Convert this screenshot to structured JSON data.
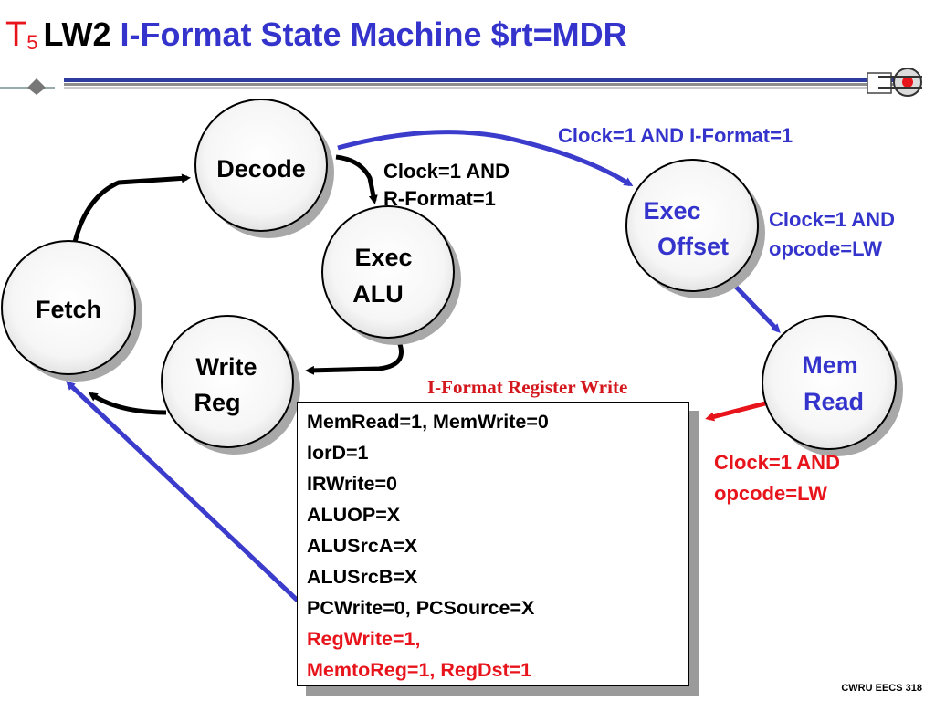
{
  "title": {
    "t_letter": "T",
    "t_sub": "5",
    "lw": "LW2",
    "main": "I-Format State Machine $rt=MDR"
  },
  "states": {
    "decode": "Decode",
    "exec_alu_1": "Exec",
    "exec_alu_2": "ALU",
    "fetch": "Fetch",
    "write_reg_1": "Write",
    "write_reg_2": "Reg",
    "exec_offset_1": "Exec",
    "exec_offset_2": "Offset",
    "mem_read_1": "Mem",
    "mem_read_2": "Read"
  },
  "conditions": {
    "iformat": "Clock=1 AND I-Format=1",
    "rformat_1": "Clock=1 AND",
    "rformat_2": "R-Format=1",
    "lw_offset_1": "Clock=1 AND",
    "lw_offset_2": "opcode=LW",
    "lw_mem_1": "Clock=1 AND",
    "lw_mem_2": "opcode=LW"
  },
  "box": {
    "title": "I-Format Register Write",
    "lines": [
      "MemRead=1, MemWrite=0",
      "IorD=1",
      "IRWrite=0",
      "ALUOP=X",
      "ALUSrcA=X",
      "ALUSrcB=X",
      "PCWrite=0, PCSource=X"
    ],
    "red_lines": [
      "RegWrite=1,",
      "MemtoReg=1, RegDst=1"
    ]
  },
  "footer": "CWRU EECS 318",
  "colors": {
    "title_main": "#3434cc",
    "accent_red": "#e8141b",
    "blue_arrow": "#3b3bcc"
  }
}
